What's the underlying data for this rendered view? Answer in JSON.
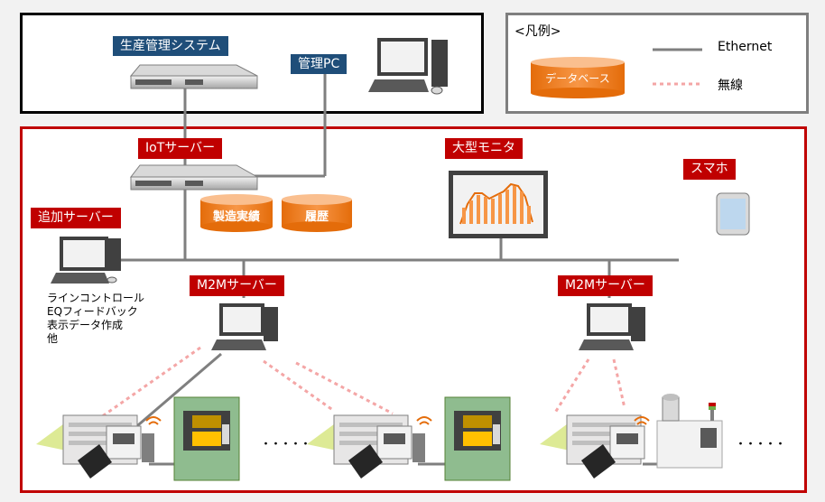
{
  "legend": {
    "title": "<凡例>",
    "database_label": "データベース",
    "ethernet_label": "Ethernet",
    "wireless_label": "無線"
  },
  "top": {
    "production_system": "生産管理システム",
    "management_pc": "管理PC"
  },
  "factory": {
    "iot_server": "IoTサーバー",
    "db_manufacturing": "製造実績",
    "db_history": "履歴",
    "large_monitor": "大型モニタ",
    "smartphone": "スマホ",
    "additional_server": "追加サーバー",
    "additional_server_notes": [
      "ラインコントロール",
      "EQフィードバック",
      "表示データ作成",
      "他"
    ],
    "m2m_server_left": "M2Mサーバー",
    "m2m_server_right": "M2Mサーバー",
    "ellipsis": "・・・・・"
  },
  "colors": {
    "label_blue": "#1f4e79",
    "label_red": "#c00000",
    "database_orange": "#ed7d31",
    "ethernet_gray": "#7f7f7f",
    "wireless_pink": "#f4a6a6"
  }
}
